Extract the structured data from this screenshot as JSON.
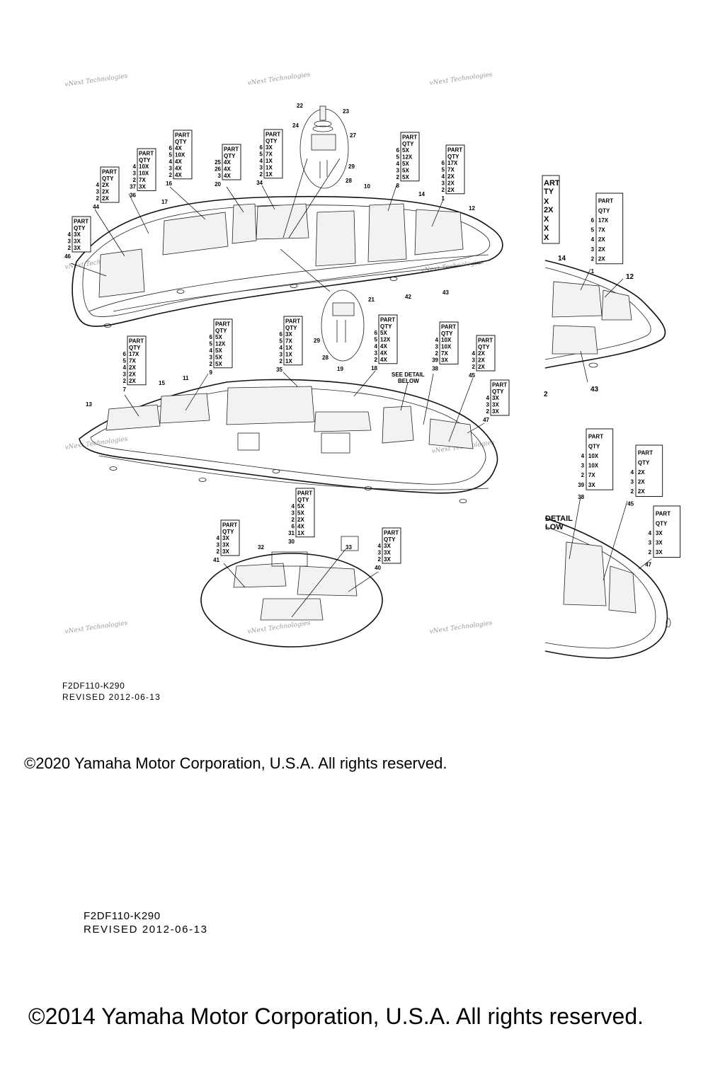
{
  "watermark": "vNext Technologies",
  "diagram_code": "F2DF110-K290",
  "revised": "REVISED 2012-06-13",
  "copyright_2020": "©2020 Yamaha Motor Corporation, U.S.A. All rights reserved.",
  "copyright_2014": "©2014 Yamaha Motor Corporation, U.S.A. All rights reserved.",
  "header_part": "PART",
  "header_qty": "QTY",
  "detail_label": [
    "SEE DETAIL",
    "BELOW"
  ],
  "partial_detail_label": [
    "DETAIL",
    "LOW"
  ],
  "partial_header": [
    "ART",
    "TY"
  ],
  "tables": [
    {
      "id": "t44",
      "rows": [
        [
          "4",
          "2X"
        ],
        [
          "3",
          "2X"
        ],
        [
          "2",
          "2X"
        ]
      ],
      "ref": "44"
    },
    {
      "id": "t36",
      "rows": [
        [
          "4",
          "10X"
        ],
        [
          "3",
          "10X"
        ],
        [
          "2",
          "7X"
        ],
        [
          "37",
          "3X"
        ]
      ],
      "ref": "36"
    },
    {
      "id": "t16",
      "rows": [
        [
          "6",
          "4X"
        ],
        [
          "5",
          "10X"
        ],
        [
          "4",
          "4X"
        ],
        [
          "3",
          "4X"
        ],
        [
          "2",
          "4X"
        ]
      ],
      "ref": "16"
    },
    {
      "id": "t20",
      "rows": [
        [
          "25",
          "4X"
        ],
        [
          "26",
          "4X"
        ],
        [
          "3",
          "4X"
        ]
      ],
      "ref": "20"
    },
    {
      "id": "t34",
      "rows": [
        [
          "6",
          "3X"
        ],
        [
          "5",
          "7X"
        ],
        [
          "4",
          "1X"
        ],
        [
          "3",
          "1X"
        ],
        [
          "2",
          "1X"
        ]
      ],
      "ref": "34"
    },
    {
      "id": "t8",
      "rows": [
        [
          "6",
          "5X"
        ],
        [
          "5",
          "12X"
        ],
        [
          "4",
          "5X"
        ],
        [
          "3",
          "5X"
        ],
        [
          "2",
          "5X"
        ]
      ],
      "ref": "8"
    },
    {
      "id": "t1",
      "rows": [
        [
          "6",
          "17X"
        ],
        [
          "5",
          "7X"
        ],
        [
          "4",
          "2X"
        ],
        [
          "3",
          "2X"
        ],
        [
          "2",
          "2X"
        ]
      ],
      "ref": "1"
    },
    {
      "id": "t46",
      "rows": [
        [
          "4",
          "3X"
        ],
        [
          "3",
          "3X"
        ],
        [
          "2",
          "3X"
        ]
      ],
      "ref": "46"
    },
    {
      "id": "t7",
      "rows": [
        [
          "6",
          "17X"
        ],
        [
          "5",
          "7X"
        ],
        [
          "4",
          "2X"
        ],
        [
          "3",
          "2X"
        ],
        [
          "2",
          "2X"
        ]
      ],
      "ref": "7"
    },
    {
      "id": "t9",
      "rows": [
        [
          "6",
          "5X"
        ],
        [
          "5",
          "12X"
        ],
        [
          "4",
          "5X"
        ],
        [
          "3",
          "5X"
        ],
        [
          "2",
          "5X"
        ]
      ],
      "ref": "9"
    },
    {
      "id": "t35",
      "rows": [
        [
          "6",
          "3X"
        ],
        [
          "5",
          "7X"
        ],
        [
          "4",
          "1X"
        ],
        [
          "3",
          "1X"
        ],
        [
          "2",
          "1X"
        ]
      ],
      "ref": "35"
    },
    {
      "id": "t18",
      "rows": [
        [
          "6",
          "5X"
        ],
        [
          "5",
          "12X"
        ],
        [
          "4",
          "4X"
        ],
        [
          "3",
          "4X"
        ],
        [
          "2",
          "4X"
        ]
      ],
      "ref": "18"
    },
    {
      "id": "t38",
      "rows": [
        [
          "4",
          "10X"
        ],
        [
          "3",
          "10X"
        ],
        [
          "2",
          "7X"
        ],
        [
          "39",
          "3X"
        ]
      ],
      "ref": "38"
    },
    {
      "id": "t45",
      "rows": [
        [
          "4",
          "2X"
        ],
        [
          "3",
          "2X"
        ],
        [
          "2",
          "2X"
        ]
      ],
      "ref": "45"
    },
    {
      "id": "t47",
      "rows": [
        [
          "4",
          "3X"
        ],
        [
          "3",
          "3X"
        ],
        [
          "2",
          "3X"
        ]
      ],
      "ref": "47"
    },
    {
      "id": "t30",
      "rows": [
        [
          "4",
          "5X"
        ],
        [
          "3",
          "5X"
        ],
        [
          "2",
          "2X"
        ],
        [
          "6",
          "4X"
        ],
        [
          "31",
          "1X"
        ]
      ],
      "ref": "30"
    },
    {
      "id": "t41",
      "rows": [
        [
          "4",
          "3X"
        ],
        [
          "3",
          "3X"
        ],
        [
          "2",
          "3X"
        ]
      ],
      "ref": "41"
    },
    {
      "id": "t40",
      "rows": [
        [
          "4",
          "3X"
        ],
        [
          "3",
          "3X"
        ],
        [
          "2",
          "3X"
        ]
      ],
      "ref": "40"
    },
    {
      "id": "rt1",
      "rows": [
        [
          "6",
          "17X"
        ],
        [
          "5",
          "7X"
        ],
        [
          "4",
          "2X"
        ],
        [
          "3",
          "2X"
        ],
        [
          "2",
          "2X"
        ]
      ],
      "ref": "1"
    },
    {
      "id": "rt38",
      "rows": [
        [
          "4",
          "10X"
        ],
        [
          "3",
          "10X"
        ],
        [
          "2",
          "7X"
        ],
        [
          "39",
          "3X"
        ]
      ],
      "ref": "38"
    },
    {
      "id": "rt45",
      "rows": [
        [
          "4",
          "2X"
        ],
        [
          "3",
          "2X"
        ],
        [
          "2",
          "2X"
        ]
      ],
      "ref": "45"
    },
    {
      "id": "rt47",
      "rows": [
        [
          "4",
          "3X"
        ],
        [
          "3",
          "3X"
        ],
        [
          "2",
          "3X"
        ]
      ],
      "ref": "47"
    }
  ],
  "partial_table_rows": [
    "X",
    "2X",
    "X",
    "X",
    "X"
  ],
  "callouts": {
    "c22": "22",
    "c23": "23",
    "c24": "24",
    "c27": "27",
    "c29a": "29",
    "c28a": "28",
    "c10": "10",
    "c14": "14",
    "c17": "17",
    "c12": "12",
    "c42": "42",
    "c43": "43",
    "c21": "21",
    "c29b": "29",
    "c28b": "28",
    "c15": "15",
    "c11": "11",
    "c13": "13",
    "c19": "19",
    "c32": "32",
    "c33": "33",
    "r14": "14",
    "r12": "12",
    "r43": "43",
    "r2": "2"
  }
}
